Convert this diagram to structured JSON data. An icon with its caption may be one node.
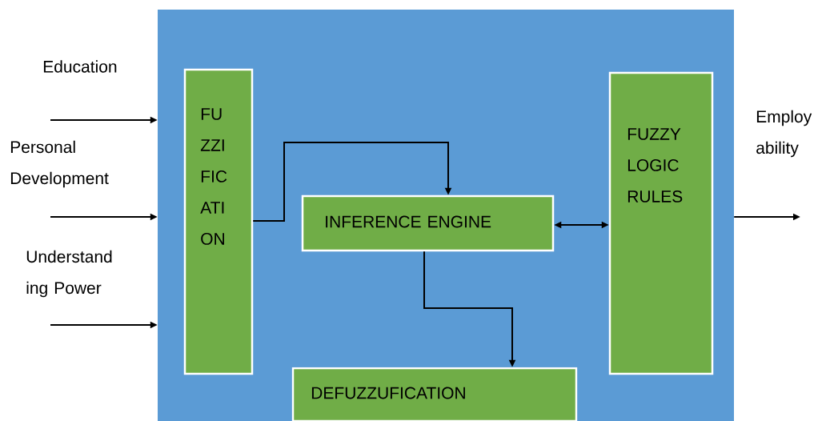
{
  "diagram": {
    "nodes": [
      {
        "text": [],
        "shape": "box"
      },
      {
        "text": [
          "FU ZZI FIC ATI ON"
        ],
        "in": 0
      },
      {
        "text": [
          "INFERENCE ENGINE"
        ],
        "in": 0
      },
      {
        "text": [
          "FUZZY LOGIC RULES"
        ],
        "in": 0
      },
      {
        "text": [
          "DEFUZZUFICATION"
        ],
        "in": 0
      }
    ],
    "edges": [
      {
        "from": null,
        "to": 0,
        "arrow": "to",
        "label": "Education"
      },
      {
        "from": null,
        "to": 0,
        "arrow": "to",
        "label": "Personal Development"
      },
      {
        "from": null,
        "to": 0,
        "arrow": "to",
        "label": "Understand ing Power"
      },
      {
        "from": 1,
        "to": 2,
        "arrow": "to"
      },
      {
        "from": 2,
        "to": 3,
        "arrow": "both"
      },
      {
        "from": 2,
        "to": 4,
        "arrow": "to"
      },
      {
        "from": 0,
        "to": null,
        "arrow": "to",
        "label": "Employ ability"
      }
    ]
  }
}
